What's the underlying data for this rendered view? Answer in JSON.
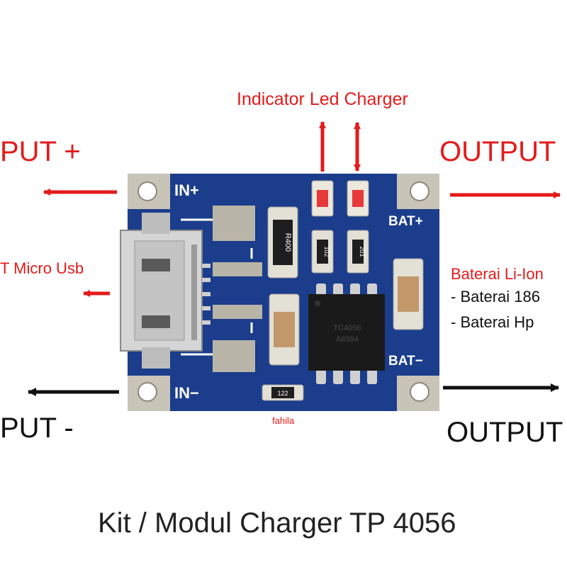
{
  "labels": {
    "indicator_led": "Indicator Led Charger",
    "input_plus": "PUT +",
    "output_plus": "OUTPUT",
    "input_micro_usb": "T Micro Usb",
    "input_minus": "PUT -",
    "output_minus": "OUTPUT",
    "battery_title": "Baterai Li-Ion",
    "battery_item_1": "- Baterai 186",
    "battery_item_2": "- Baterai Hp",
    "watermark": "fahila",
    "caption": "Kit / Modul Charger TP 4056"
  },
  "board": {
    "in_plus": "IN+",
    "in_minus": "IN−",
    "bat_plus": "BAT+",
    "bat_minus": "BAT−",
    "resistor_main": "R400",
    "resistor_left": "102",
    "resistor_right": "201",
    "resistor_bottom": "122",
    "ic_text_1": "TC4056",
    "ic_text_2": "A8394"
  },
  "colors": {
    "annotation_red": "#e31b1b",
    "pcb_blue": "#1b3d8c",
    "arrow_black": "#111111"
  }
}
